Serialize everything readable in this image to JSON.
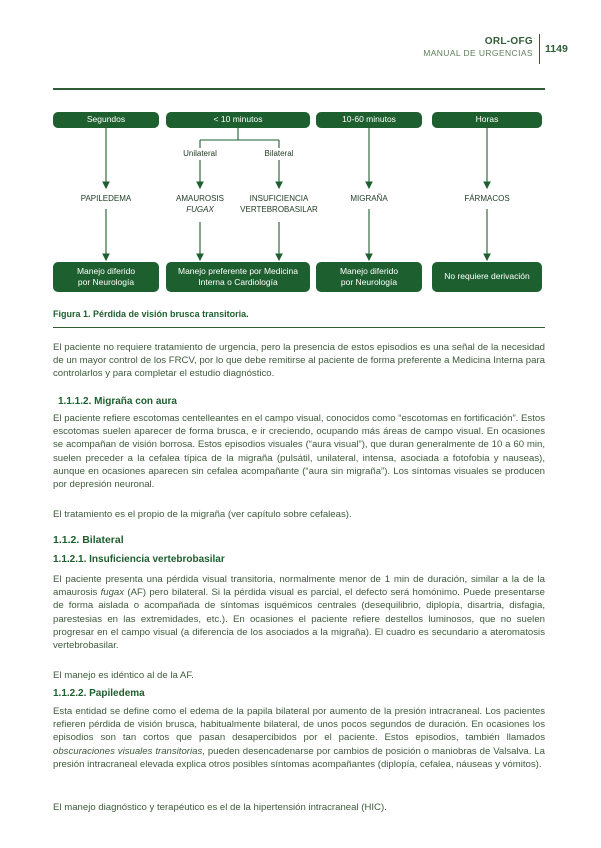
{
  "header": {
    "title": "ORL-OFG",
    "subtitle": "MANUAL DE URGENCIAS",
    "page_number": "1149"
  },
  "diagram": {
    "time_boxes": [
      "Segundos",
      "< 10 minutos",
      "10-60 minutos",
      "Horas"
    ],
    "sub_labels": [
      "Unilateral",
      "Bilateral"
    ],
    "causes": {
      "papiledema": "PAPILEDEMA",
      "amaurosis": "AMAUROSIS",
      "fugax": "FUGAX",
      "insuf_line1": "INSUFICIENCIA",
      "insuf_line2": "VERTEBROBASILAR",
      "migrana": "MIGRAÑA",
      "farmacos": "FÁRMACOS"
    },
    "outcomes": {
      "box1_line1": "Manejo diferido",
      "box1_line2": "por Neurología",
      "box2_line1": "Manejo preferente por Medicina",
      "box2_line2": "Interna o Cardiología",
      "box3_line1": "Manejo diferido",
      "box3_line2": "por Neurología",
      "box4": "No requiere derivación"
    }
  },
  "caption": {
    "label": "Figura 1.",
    "text": "Pérdida de visión brusca transitoria."
  },
  "body": {
    "p_intro": "El paciente no requiere tratamiento de urgencia, pero la presencia de estos episodios es una señal de la necesidad de un mayor control de los FRCV, por lo que debe remitirse al paciente de forma preferente a Medicina Interna para controlarlos y para completar el estudio diagnóstico.",
    "h_migrana": "1.1.1.2. Migraña con aura",
    "p_migrana": "El paciente refiere escotomas centelleantes en el campo visual, conocidos como “escotomas en fortificación”. Estos escotomas suelen aparecer de forma brusca, e ir creciendo, ocupando más áreas de campo visual. En ocasiones se acompañan de visión borrosa. Estos episodios visuales (“aura visual”), que duran generalmente de 10 a 60 min, suelen preceder a la cefalea típica de la migraña (pulsátil, unilateral, intensa, asociada a fotofobia y nauseas), aunque en ocasiones aparecen sin cefalea acompañante (“aura sin migraña”). Los síntomas visuales se producen por depresión neuronal.",
    "p_migrana_trat": "El tratamiento es el propio de la migraña (ver capítulo sobre cefaleas).",
    "h_bilateral": "1.1.2. Bilateral",
    "h_insuf": "1.1.2.1. Insuficiencia vertebrobasilar",
    "p_insuf_a": "El paciente presenta una pérdida visual transitoria, normalmente menor de 1 min de duración, similar a la de la amaurosis ",
    "p_insuf_fugax": "fugax",
    "p_insuf_b": " (AF) pero bilateral. Si la pérdida visual es parcial, el defecto será homónimo. Puede presentarse de forma aislada o acompañada de síntomas isquémicos centrales (desequilibrio, diplopía, disartria, disfagia, parestesias en las extremidades, etc.). En ocasiones el paciente refiere destellos luminosos, que no suelen progresar en el campo visual (a diferencia de los asociados a la migraña). El cuadro es secundario a ateromatosis vertebrobasilar.",
    "p_insuf_manejo": "El manejo es idéntico al de la AF.",
    "h_papiledema": "1.1.2.2. Papiledema",
    "p_pap_a": "Esta entidad se define como el edema de la papila bilateral por aumento de la presión intracraneal. Los pacientes refieren pérdida de visión brusca, habitualmente bilateral, de unos pocos segundos de duración. En ocasiones los episodios son tan cortos que pasan desapercibidos por el paciente. Estos episodios, también llamados ",
    "p_pap_it": "obscuraciones visuales transitorias",
    "p_pap_b": ", pueden desencadenarse por cambios de posición o maniobras de Valsalva. La presión intracraneal elevada explica otros posibles síntomas acompañantes (diplopía, cefalea, náuseas y vómitos).",
    "p_pap_manejo": "El manejo diagnóstico y terapéutico es el de la hipertensión intracraneal (HIC)."
  }
}
